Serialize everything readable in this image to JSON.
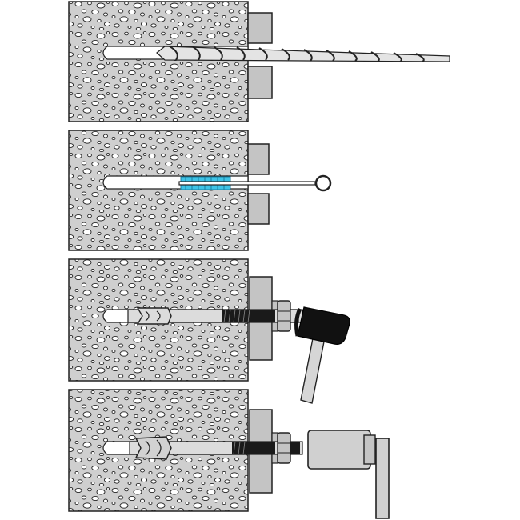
{
  "diagram": {
    "steps": [
      {
        "id": 1,
        "action": "drill-hole"
      },
      {
        "id": 2,
        "action": "clean-hole"
      },
      {
        "id": 3,
        "action": "hammer-in-anchor"
      },
      {
        "id": 4,
        "action": "tighten-nut"
      }
    ],
    "colors": {
      "concrete": "#cfcfcf",
      "pore": "#ffffff",
      "outline": "#222222",
      "fixture": "#c4c4c4",
      "brush_bristles": "#3ec3e6",
      "rod": "#dcdcdc",
      "thread": "#1a1a1a",
      "hammer_head": "#111111",
      "wrench": "#d0d0d0"
    },
    "icons": [
      "drill-bit-icon",
      "brush-icon",
      "hammer-icon",
      "wrench-icon"
    ]
  }
}
